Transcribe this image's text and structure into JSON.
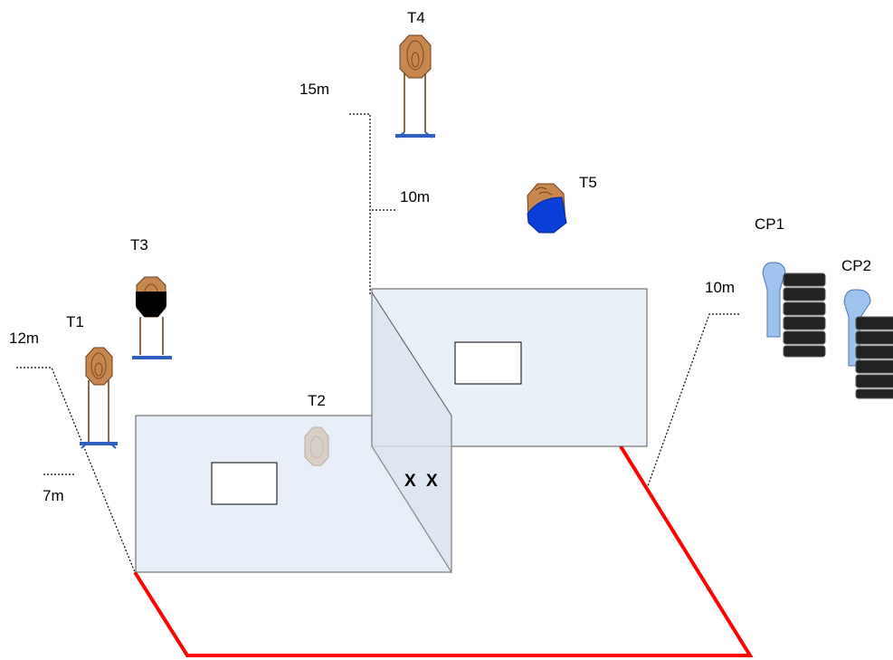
{
  "targets": {
    "t1": "T1",
    "t2": "T2",
    "t3": "T3",
    "t4": "T4",
    "t5": "T5",
    "cp1": "CP1",
    "cp2": "CP2"
  },
  "distances": {
    "d15m": "15m",
    "d10m_center": "10m",
    "d12m": "12m",
    "d7m": "7m",
    "d10m_right": "10m"
  },
  "markers": {
    "x1": "X",
    "x2": "X"
  },
  "colors": {
    "fault_line": "#ff0000",
    "wall_fill": "#e8eef7",
    "wall_stroke": "#555555",
    "target_tan": "#c8874f",
    "target_stand": "#8b6b4a",
    "stand_base": "#2f5fbf",
    "no_shoot_black": "#000000",
    "t5_blue": "#0a3fd8",
    "barrel_black": "#222222",
    "cp_light_blue": "#9dc3ee",
    "t2_faded": "#d9cfc6"
  }
}
